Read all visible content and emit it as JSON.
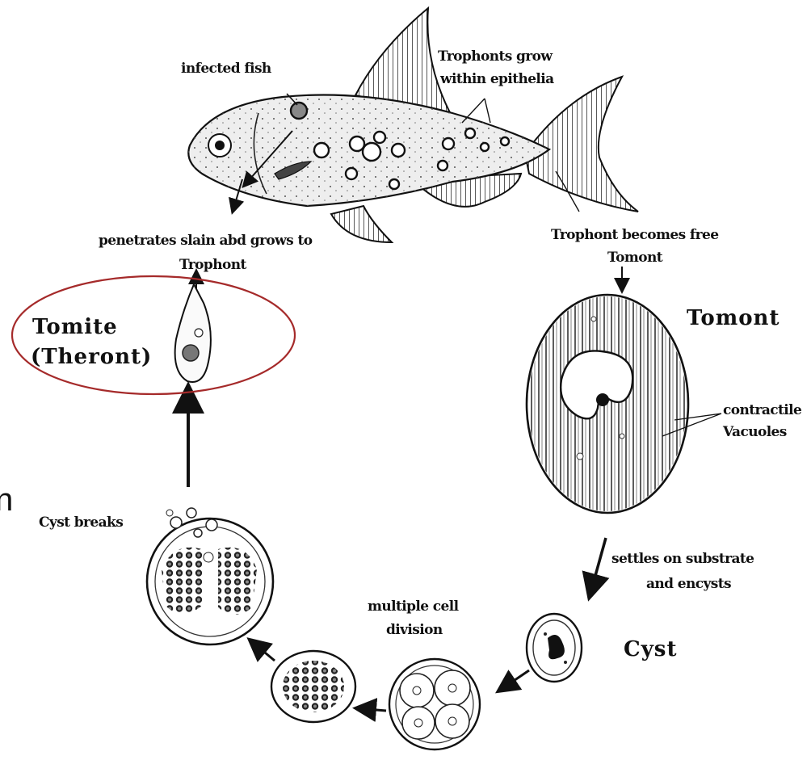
{
  "diagram": {
    "stages": {
      "tomite": {
        "line1": "Tomite",
        "line2": "(Theront)"
      },
      "tomont": "Tomont",
      "cyst": "Cyst"
    },
    "annotations": {
      "infected_fish": "infected fish",
      "trophonts_grow_1": "Trophonts grow",
      "trophonts_grow_2": "within epithelia",
      "penetrates_1": "penetrates slain abd grows to",
      "penetrates_2": "Trophont",
      "trophont_free_1": "Trophont becomes free",
      "trophont_free_2": "Tomont",
      "contractile_1": "contractile",
      "contractile_2": "Vacuoles",
      "settles_1": "settles on substrate",
      "settles_2": "and encysts",
      "multiple_1": "multiple cell",
      "multiple_2": "division",
      "cyst_breaks": "Cyst breaks"
    },
    "edge_fragment": "n",
    "highlight_color": "#a52a2a"
  }
}
